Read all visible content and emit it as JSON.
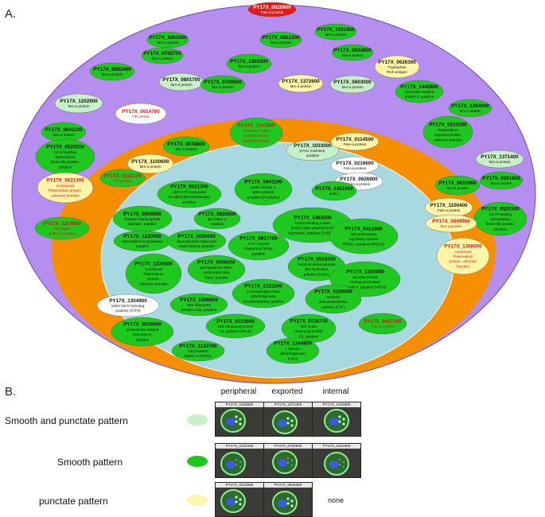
{
  "panel_a_label": "A.",
  "panel_b_label": "B.",
  "colors": {
    "outer_region": "#b58ef0",
    "middle_region": "#f58f00",
    "inner_region": "#a8d8e0",
    "top_node": "#e41b1b",
    "smooth": "#1ec81e",
    "smooth_punctate": "#c8f0c8",
    "punctate": "#fff5a8",
    "white": "#ffffff",
    "red_text": "#d41414",
    "black_text": "#111111"
  },
  "nodes": [
    {
      "id": "PY17X_0620900",
      "desc": [
        "Fam-d protein"
      ],
      "fill": "top_node",
      "text": "white"
    },
    {
      "id": "PY17X_1331900",
      "desc": [
        "fam-a protein"
      ],
      "fill": "smooth",
      "text": "black"
    },
    {
      "id": "PY17X_1063000",
      "desc": [
        "fam-a protein"
      ],
      "fill": "smooth",
      "text": "black"
    },
    {
      "id": "PY17X_0921200",
      "desc": [
        "fam-a protein"
      ],
      "fill": "smooth",
      "text": "black"
    },
    {
      "id": "PY17X_0034800",
      "desc": [
        "fam-a protein"
      ],
      "fill": "smooth",
      "text": "black"
    },
    {
      "id": "PY17X_0700700",
      "desc": [
        "fam-a protein"
      ],
      "fill": "smooth",
      "text": "black"
    },
    {
      "id": "PY17X_1303300",
      "desc": [
        "fam-a protein"
      ],
      "fill": "smooth",
      "text": "black"
    },
    {
      "id": "PY17X_0626300",
      "desc": [
        "Tryptophan",
        "Rich antigen"
      ],
      "fill": "punctate",
      "text": "black"
    },
    {
      "id": "PY17X_0882400",
      "desc": [
        "fam-a protein"
      ],
      "fill": "smooth",
      "text": "black"
    },
    {
      "id": "PY17X_0801700",
      "desc": [
        "fam-a protein"
      ],
      "fill": "smooth_punctate",
      "text": "black"
    },
    {
      "id": "PY17X_0700600",
      "desc": [
        "fam-a protein"
      ],
      "fill": "smooth",
      "text": "black"
    },
    {
      "id": "PY17X_1372600",
      "desc": [
        "fam-a protein"
      ],
      "fill": "punctate",
      "text": "black"
    },
    {
      "id": "PY17X_0603000",
      "desc": [
        "fam-a protein"
      ],
      "fill": "smooth_punctate",
      "text": "black"
    },
    {
      "id": "PY17X_1445800",
      "desc": [
        "merozoite surface",
        "protein 9, putative"
      ],
      "fill": "smooth",
      "text": "black"
    },
    {
      "id": "PY17X_1202900",
      "desc": [
        "fam-a protein"
      ],
      "fill": "smooth_punctate",
      "text": "black"
    },
    {
      "id": "PY17X_0014700",
      "desc": [
        "YIR protein"
      ],
      "fill": "white",
      "text": "red"
    },
    {
      "id": "PY17X_1304000",
      "desc": [
        "fam-a protein"
      ],
      "fill": "smooth",
      "text": "black"
    },
    {
      "id": "PY17X_0041100",
      "desc": [
        "fam-a protein"
      ],
      "fill": "smooth",
      "text": "black"
    },
    {
      "id": "PY17X_1147600",
      "desc": [
        "conserved rodent",
        "malaria protein,",
        "unknown function"
      ],
      "fill": "smooth",
      "text": "red"
    },
    {
      "id": "PY17X_0216200",
      "desc": [
        "Plasmodium",
        "exported protein,",
        "unknown function"
      ],
      "fill": "smooth",
      "text": "black"
    },
    {
      "id": "PY17X_0520200",
      "desc": [
        "CCAT-binding",
        "transcription",
        "factor-like protein,",
        "putative"
      ],
      "fill": "smooth",
      "text": "black"
    },
    {
      "id": "PY17X_1033000",
      "desc": [
        "pYrs1 nuclease,",
        "putative"
      ],
      "fill": "smooth_punctate",
      "text": "black"
    },
    {
      "id": "PY17X_0114500",
      "desc": [
        "Fam-a protein"
      ],
      "fill": "punctate",
      "text": "black"
    },
    {
      "id": "PY17X_1371400",
      "desc": [
        "fam-a protein"
      ],
      "fill": "smooth_punctate",
      "text": "black"
    },
    {
      "id": "PY17X_0038800",
      "desc": [
        "fam-a protein"
      ],
      "fill": "smooth",
      "text": "black"
    },
    {
      "id": "PY17X_1100600",
      "desc": [
        "fam-a protein"
      ],
      "fill": "punctate",
      "text": "black"
    },
    {
      "id": "PY17X_0216600",
      "desc": [
        "Fam-a protein"
      ],
      "fill": "white",
      "text": "black"
    },
    {
      "id": "PY17X_0626900",
      "desc": [
        "Fam-a protein"
      ],
      "fill": "white",
      "text": "black"
    },
    {
      "id": "PY17X_0201800",
      "desc": [
        "fam-a protein"
      ],
      "fill": "smooth",
      "text": "black"
    },
    {
      "id": "PY17X_0102100",
      "desc": [
        "YIR protein"
      ],
      "fill": "smooth",
      "text": "red"
    },
    {
      "id": "PY17X_0841100",
      "desc": [
        "casein kinase 2,",
        "alpha subunit,",
        "putative (CK2alpha)"
      ],
      "fill": "smooth",
      "text": "black"
    },
    {
      "id": "PY17X_1461900",
      "desc": [
        "actin I"
      ],
      "fill": "smooth",
      "text": "black"
    },
    {
      "id": "PY17X_0010900",
      "desc": [
        "fam-a protein"
      ],
      "fill": "smooth",
      "text": "black"
    },
    {
      "id": "PY17X_0021300",
      "desc": [
        "ADP/ATP transporter",
        "on adenylate translocase,",
        "putative"
      ],
      "fill": "smooth",
      "text": "black"
    },
    {
      "id": "PY17X_0621300",
      "desc": [
        "Conserved",
        "Plasmodium protein,",
        "unknown function"
      ],
      "fill": "punctate",
      "text": "red"
    },
    {
      "id": "PY17X_1100400",
      "desc": [
        "Fam-a protein"
      ],
      "fill": "punctate",
      "text": "black"
    },
    {
      "id": "PY17X_0520300",
      "desc": [
        "CCAT-binding",
        "transcription",
        "factor-like protein,",
        "putative"
      ],
      "fill": "smooth",
      "text": "black"
    },
    {
      "id": "PY17X_0506900",
      "desc": [
        "fructose-bisphosphate",
        "aldolase, putative"
      ],
      "fill": "smooth",
      "text": "black"
    },
    {
      "id": "PY17X_0835000",
      "desc": [
        "glycolase 1,",
        "putative"
      ],
      "fill": "smooth",
      "text": "black"
    },
    {
      "id": "PY17X_1463000",
      "desc": [
        "FK506-binding protein",
        "(FKBP)-type peptidyl-prolyl",
        "isomerase, putative (FKBP35)"
      ],
      "fill": "smooth",
      "text": "black"
    },
    {
      "id": "PY17X_0049900",
      "desc": [
        "fam-a protein"
      ],
      "fill": "punctate",
      "text": "red"
    },
    {
      "id": "PY17X_1214800",
      "desc": [
        "zinc finger",
        "protein, putative"
      ],
      "fill": "smooth",
      "text": "red"
    },
    {
      "id": "PY17X_1230000",
      "desc": [
        "Adenosylhomocysteinase,",
        "putative"
      ],
      "fill": "smooth",
      "text": "black"
    },
    {
      "id": "PY17X_1030000",
      "desc": [
        "ribonucleotide reductase",
        "small subunit, putative"
      ],
      "fill": "smooth",
      "text": "black"
    },
    {
      "id": "PY17X_0917700",
      "desc": [
        "TCP-1/cpn60",
        "chaperonin family,",
        "putative"
      ],
      "fill": "smooth",
      "text": "black"
    },
    {
      "id": "PY17X_0412800",
      "desc": [
        "26S proteasome",
        "regulatory subunit",
        "RPN12, putative (RPN12)"
      ],
      "fill": "smooth",
      "text": "black"
    },
    {
      "id": "PY17X_1350000",
      "desc": [
        "conserved",
        "Plasmodium",
        "protein, unknown",
        "function"
      ],
      "fill": "punctate",
      "text": "red"
    },
    {
      "id": "PY17X_0945400",
      "desc": [
        "phenylalanine-tRNA",
        "synthetase beta",
        "chain, putative"
      ],
      "fill": "smooth",
      "text": "black"
    },
    {
      "id": "PY17X_0518300",
      "desc": [
        "haloacid dehalogenase",
        "-like hydrolase,",
        "putative (HAD1)"
      ],
      "fill": "smooth",
      "text": "black"
    },
    {
      "id": "PY17X_1238600",
      "desc": [
        "Conserved",
        "Plasmodium",
        "protein,",
        "unknown function"
      ],
      "fill": "smooth",
      "text": "black"
    },
    {
      "id": "PY17X_1325000",
      "desc": [
        "vacuolar protein",
        "sorting-associated",
        "protein 4, putative (VPS4)"
      ],
      "fill": "smooth",
      "text": "black"
    },
    {
      "id": "PY17X_1322200",
      "desc": [
        "6-phosphogluconate",
        "dehydrogenase,",
        "decarboxylating, putative"
      ],
      "fill": "smooth",
      "text": "black"
    },
    {
      "id": "PY17X_1304900",
      "desc": [
        "trailer hitch homolog,",
        "putative (CITH)"
      ],
      "fill": "white",
      "text": "black"
    },
    {
      "id": "PY17X_1308900",
      "desc": [
        "60S ribosomal",
        "protein L10a, putative"
      ],
      "fill": "smooth",
      "text": "black"
    },
    {
      "id": "PY17X_0106000",
      "desc": [
        "ornithine",
        "aminotransferase,",
        "putative (OAT)"
      ],
      "fill": "smooth",
      "text": "black"
    },
    {
      "id": "PY17X_0036900",
      "desc": [
        "proteasome subunit",
        "beta type-6,",
        "putative"
      ],
      "fill": "smooth",
      "text": "black"
    },
    {
      "id": "PY17X_0313000",
      "desc": [
        "60S ribosomal protein",
        "L8, putative (RPL8)"
      ],
      "fill": "smooth",
      "text": "black"
    },
    {
      "id": "PY17X_0016700",
      "desc": [
        "60S acidic",
        "ribosomal protein",
        "P0, putative"
      ],
      "fill": "smooth",
      "text": "black"
    },
    {
      "id": "PY17X_0027300",
      "desc": [
        "Fam-a protein"
      ],
      "fill": "smooth",
      "text": "red"
    },
    {
      "id": "PY17X_1134700",
      "desc": [
        "cdc2-related",
        "kinase 2 (CRK2)"
      ],
      "fill": "smooth",
      "text": "black"
    },
    {
      "id": "PY17X_1344800",
      "desc": [
        "L-lactate",
        "dehydrogenase",
        "(LDH)"
      ],
      "fill": "smooth",
      "text": "black"
    }
  ],
  "panel_b": {
    "columns": [
      "peripheral",
      "exported",
      "internal"
    ],
    "rows": [
      {
        "label": "Smooth and punctate pattern",
        "swatch": "smooth_punctate",
        "cells": [
          "PY17X_1033000",
          "PY17X_1371400",
          "PY17X_1204900"
        ]
      },
      {
        "label": "Smooth pattern",
        "swatch": "smooth",
        "cells": [
          "PY17X_0102100",
          "PY17X_0700600",
          "PY17X_1461900"
        ]
      },
      {
        "label": "punctate pattern",
        "swatch": "punctate",
        "cells": [
          "PY17X_0216600",
          "PY17X_0626300",
          ""
        ]
      }
    ],
    "empty_cell_label": "none"
  }
}
